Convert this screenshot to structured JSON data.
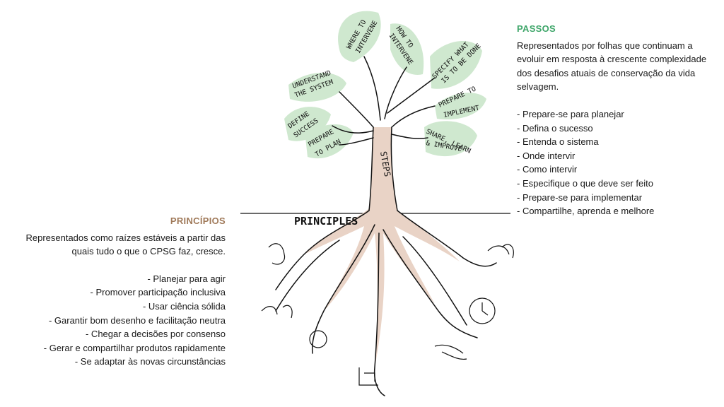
{
  "steps": {
    "title": "PASSOS",
    "description": "Representados por folhas que continuam a evoluir em resposta à crescente complexidade dos desafios atuais de conservação da vida selvagem.",
    "items": [
      "- Prepare-se para planejar",
      "- Defina o sucesso",
      "- Entenda o sistema",
      "- Onde intervir",
      "- Como intervir",
      "- Especifique o que deve ser feito",
      "- Prepare-se para implementar",
      "- Compartilhe, aprenda e melhore"
    ]
  },
  "principles": {
    "title": "PRINCÍPIOS",
    "description": "Representados como raízes estáveis a partir das quais tudo o que o CPSG faz, cresce.",
    "items": [
      "- Planejar para agir",
      "- Promover participação inclusiva",
      "- Usar ciência sólida",
      "- Garantir bom desenho e facilitação neutra",
      "- Chegar a decisões por consenso",
      "- Gerar e compartilhar produtos rapidamente",
      "- Se adaptar às novas circunstâncias"
    ]
  },
  "tree": {
    "trunk_label": "STEPS",
    "ground_label": "PRINCIPLES",
    "leaves": [
      [
        "WHERE TO",
        "INTERVENE"
      ],
      [
        "HOW TO",
        "INTERVENE"
      ],
      [
        "SPECIFY WHAT",
        "IS TO BE DONE"
      ],
      [
        "UNDERSTAND",
        "THE SYSTEM"
      ],
      [
        "PREPARE TO",
        "IMPLEMENT"
      ],
      [
        "DEFINE",
        "SUCCESS"
      ],
      [
        "PREPARE",
        "TO PLAN"
      ],
      [
        "SHARE, LEARN",
        "& IMPROVE"
      ]
    ],
    "colors": {
      "leaf": "#cfe8cf",
      "trunk": "#e9d3c6",
      "ink": "#111111"
    }
  }
}
